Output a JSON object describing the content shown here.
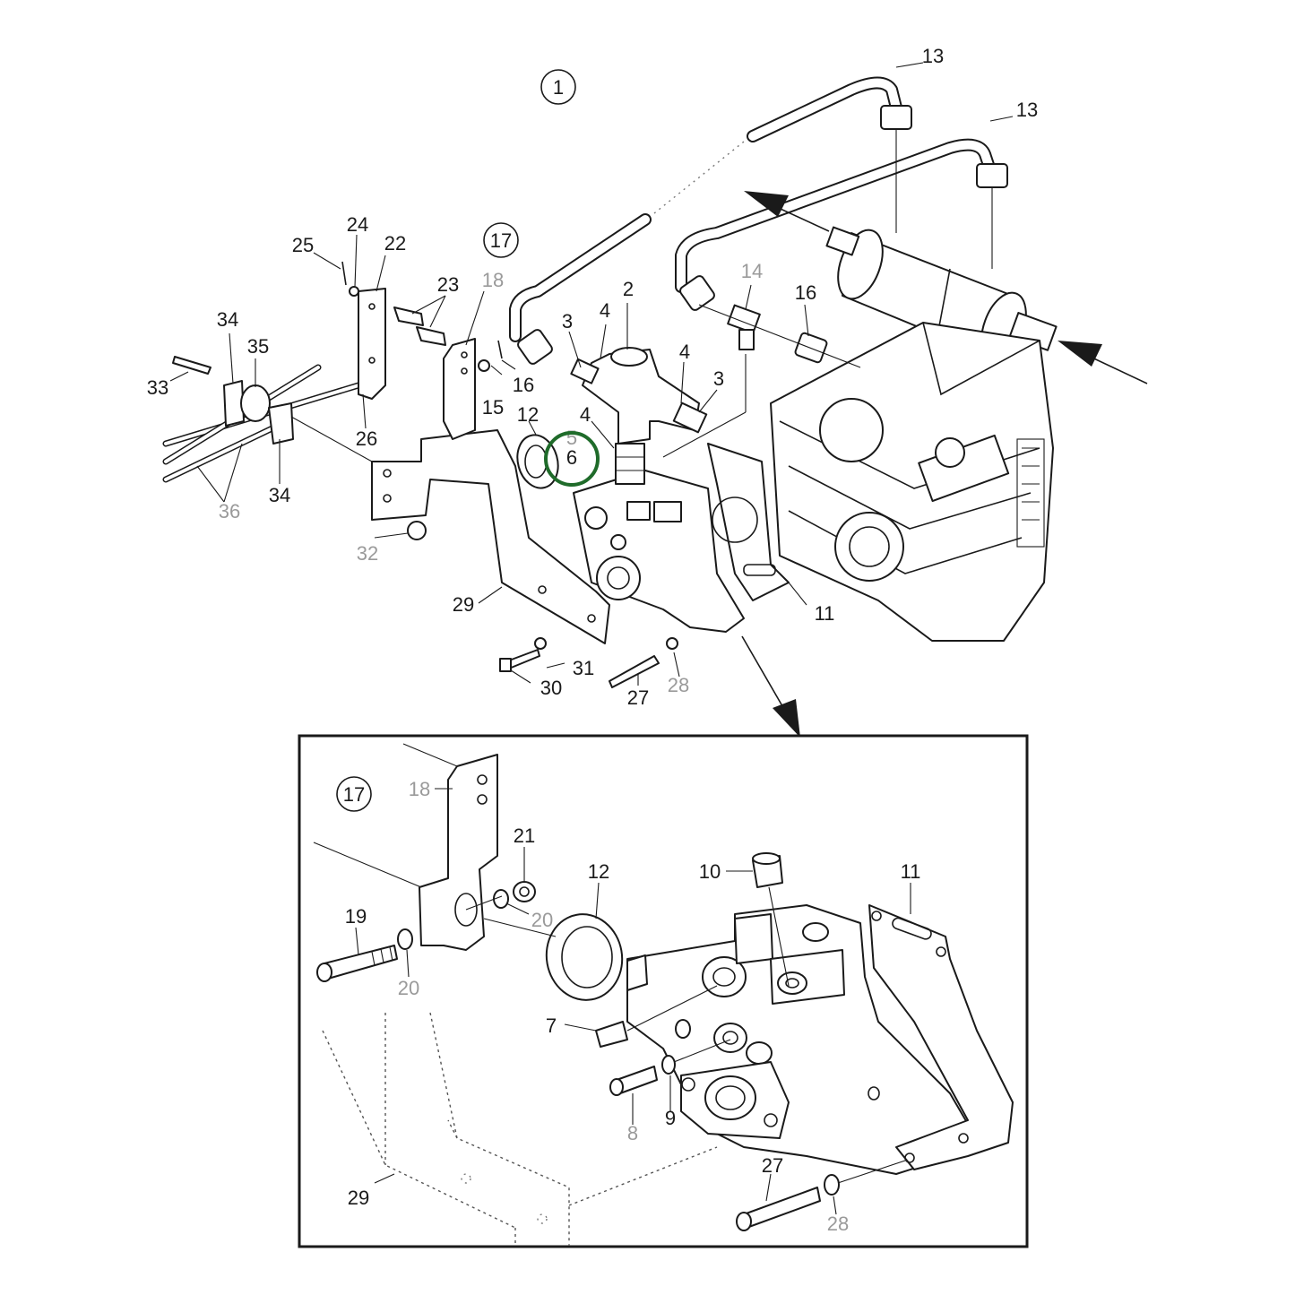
{
  "colors": {
    "line": "#1a1a1a",
    "grey_label": "#9a9a9a",
    "highlight": "#1f6b2a",
    "background": "#ffffff"
  },
  "main_view": {
    "view_marker_1": "1",
    "view_marker_17": "17",
    "labels": {
      "l2": "2",
      "l3a": "3",
      "l3b": "3",
      "l4a": "4",
      "l4b": "4",
      "l4c": "4",
      "l5": "5",
      "l6": "6",
      "l11": "11",
      "l12": "12",
      "l13a": "13",
      "l13b": "13",
      "l14": "14",
      "l15": "15",
      "l16a": "16",
      "l16b": "16",
      "l18": "18",
      "l22": "22",
      "l23": "23",
      "l24": "24",
      "l25": "25",
      "l26": "26",
      "l27": "27",
      "l28": "28",
      "l29": "29",
      "l30": "30",
      "l31": "31",
      "l32": "32",
      "l33": "33",
      "l34a": "34",
      "l34b": "34",
      "l35": "35",
      "l36": "36"
    }
  },
  "detail_view": {
    "view_marker_17": "17",
    "labels": {
      "l7": "7",
      "l8": "8",
      "l9": "9",
      "l10": "10",
      "l11": "11",
      "l12": "12",
      "l18": "18",
      "l19": "19",
      "l20a": "20",
      "l20b": "20",
      "l21": "21",
      "l27": "27",
      "l28": "28",
      "l29": "29"
    }
  },
  "highlighted_callout": "6",
  "icons": [
    "flow-arrow-icon",
    "view-marker-icon",
    "highlight-circle-icon"
  ]
}
